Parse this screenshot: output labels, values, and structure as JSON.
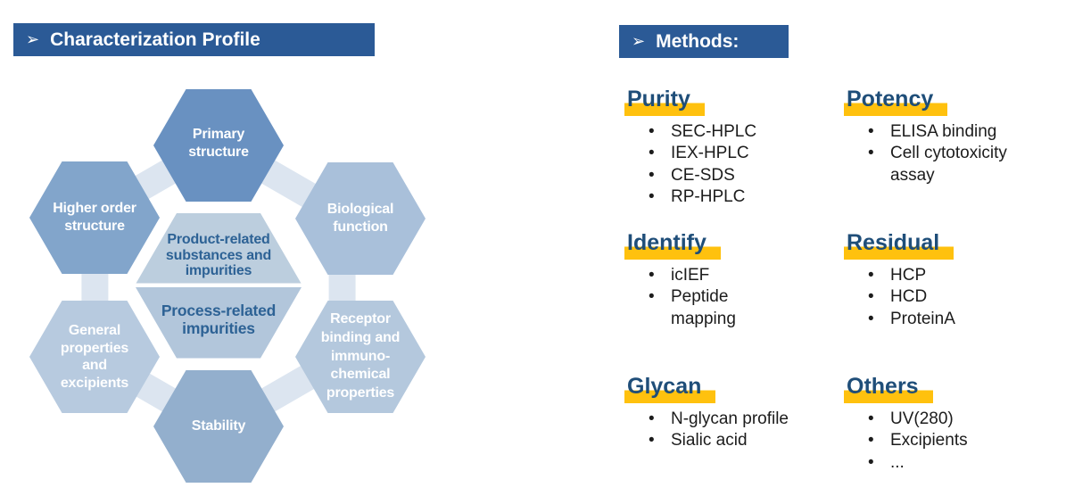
{
  "header": {
    "arrow": "➢",
    "title": "Characterization Profile"
  },
  "methods_header": {
    "arrow": "➢",
    "title": "Methods:"
  },
  "colors": {
    "bar_blue": "#2b5a96",
    "heading_blue": "#1f4e79",
    "highlight_yellow": "#ffc10e",
    "center_text_blue": "#2d6295",
    "ring_pale": "#dce5f0"
  },
  "diagram": {
    "ring_fill": "#dce5f0",
    "hexagons": {
      "primary": {
        "label": "Primary\nstructure",
        "fill": "#6991c1"
      },
      "higher": {
        "label": "Higher order\nstructure",
        "fill": "#82a5cb"
      },
      "biological": {
        "label": "Biological\nfunction",
        "fill": "#a9c0da"
      },
      "general": {
        "label": "General\nproperties\nand\nexcipients",
        "fill": "#b7cadf"
      },
      "receptor": {
        "label": "Receptor\nbinding and\nimmuno-\nchemical\nproperties",
        "fill": "#b4c8dd"
      },
      "stability": {
        "label": "Stability",
        "fill": "#93afcd"
      }
    },
    "center": {
      "top": {
        "label": "Product-related\nsubstances and\nimpurities",
        "fill": "#bccede"
      },
      "bottom": {
        "label": "Process-related\nimpurities",
        "fill": "#b2c6db"
      }
    }
  },
  "methods": {
    "sections": [
      {
        "title": "Purity",
        "items": [
          "SEC-HPLC",
          "IEX-HPLC",
          "CE-SDS",
          "RP-HPLC"
        ]
      },
      {
        "title": "Potency",
        "items": [
          "ELISA binding",
          "Cell cytotoxicity\nassay"
        ]
      },
      {
        "title": "Identify",
        "items": [
          "icIEF",
          "Peptide\nmapping"
        ]
      },
      {
        "title": "Residual",
        "items": [
          "HCP",
          "HCD",
          "ProteinA"
        ]
      },
      {
        "title": "Glycan",
        "items": [
          "N-glycan profile",
          "Sialic acid"
        ]
      },
      {
        "title": "Others",
        "items": [
          "UV(280)",
          "Excipients",
          "..."
        ]
      }
    ]
  }
}
